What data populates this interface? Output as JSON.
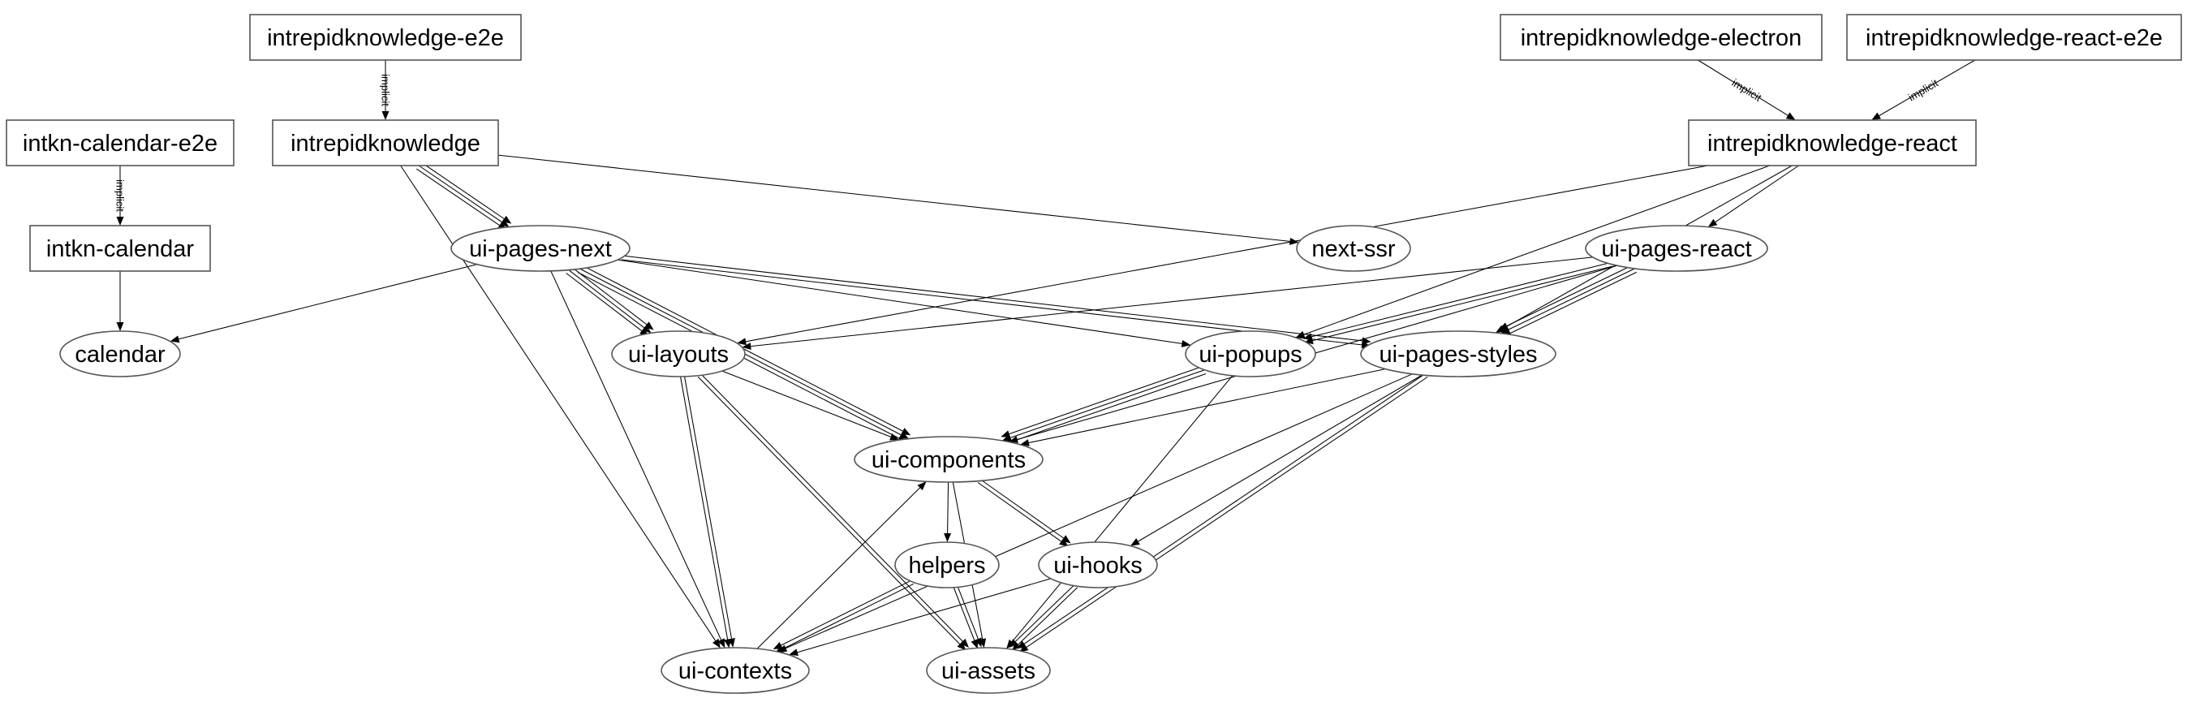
{
  "graph": {
    "nodes": [
      {
        "id": "intrepidknowledge-e2e",
        "label": "intrepidknowledge-e2e",
        "shape": "box"
      },
      {
        "id": "intrepidknowledge-electron",
        "label": "intrepidknowledge-electron",
        "shape": "box"
      },
      {
        "id": "intrepidknowledge-react-e2e",
        "label": "intrepidknowledge-react-e2e",
        "shape": "box"
      },
      {
        "id": "intkn-calendar-e2e",
        "label": "intkn-calendar-e2e",
        "shape": "box"
      },
      {
        "id": "intrepidknowledge",
        "label": "intrepidknowledge",
        "shape": "box"
      },
      {
        "id": "intrepidknowledge-react",
        "label": "intrepidknowledge-react",
        "shape": "box"
      },
      {
        "id": "intkn-calendar",
        "label": "intkn-calendar",
        "shape": "box"
      },
      {
        "id": "ui-pages-next",
        "label": "ui-pages-next",
        "shape": "ellipse"
      },
      {
        "id": "next-ssr",
        "label": "next-ssr",
        "shape": "ellipse"
      },
      {
        "id": "ui-pages-react",
        "label": "ui-pages-react",
        "shape": "ellipse"
      },
      {
        "id": "calendar",
        "label": "calendar",
        "shape": "ellipse"
      },
      {
        "id": "ui-layouts",
        "label": "ui-layouts",
        "shape": "ellipse"
      },
      {
        "id": "ui-popups",
        "label": "ui-popups",
        "shape": "ellipse"
      },
      {
        "id": "ui-pages-styles",
        "label": "ui-pages-styles",
        "shape": "ellipse"
      },
      {
        "id": "ui-components",
        "label": "ui-components",
        "shape": "ellipse"
      },
      {
        "id": "helpers",
        "label": "helpers",
        "shape": "ellipse"
      },
      {
        "id": "ui-hooks",
        "label": "ui-hooks",
        "shape": "ellipse"
      },
      {
        "id": "ui-contexts",
        "label": "ui-contexts",
        "shape": "ellipse"
      },
      {
        "id": "ui-assets",
        "label": "ui-assets",
        "shape": "ellipse"
      }
    ],
    "edges": [
      {
        "from": "intrepidknowledge-e2e",
        "to": "intrepidknowledge",
        "label": "implicit"
      },
      {
        "from": "intrepidknowledge-electron",
        "to": "intrepidknowledge-react",
        "label": "implicit"
      },
      {
        "from": "intrepidknowledge-react-e2e",
        "to": "intrepidknowledge-react",
        "label": "implicit"
      },
      {
        "from": "intkn-calendar-e2e",
        "to": "intkn-calendar",
        "label": "implicit"
      },
      {
        "from": "intkn-calendar",
        "to": "calendar",
        "label": ""
      },
      {
        "from": "intrepidknowledge",
        "to": "ui-pages-next",
        "label": ""
      },
      {
        "from": "intrepidknowledge",
        "to": "ui-pages-next",
        "label": ""
      },
      {
        "from": "intrepidknowledge",
        "to": "ui-pages-next",
        "label": ""
      },
      {
        "from": "intrepidknowledge",
        "to": "next-ssr",
        "label": ""
      },
      {
        "from": "intrepidknowledge",
        "to": "ui-contexts",
        "label": ""
      },
      {
        "from": "intrepidknowledge-react",
        "to": "ui-pages-react",
        "label": ""
      },
      {
        "from": "intrepidknowledge-react",
        "to": "ui-layouts",
        "label": ""
      },
      {
        "from": "intrepidknowledge-react",
        "to": "ui-popups",
        "label": ""
      },
      {
        "from": "intrepidknowledge-react",
        "to": "ui-pages-styles",
        "label": ""
      },
      {
        "from": "ui-pages-next",
        "to": "calendar",
        "label": ""
      },
      {
        "from": "ui-pages-next",
        "to": "ui-layouts",
        "label": ""
      },
      {
        "from": "ui-pages-next",
        "to": "ui-layouts",
        "label": ""
      },
      {
        "from": "ui-pages-next",
        "to": "ui-layouts",
        "label": ""
      },
      {
        "from": "ui-pages-next",
        "to": "ui-popups",
        "label": ""
      },
      {
        "from": "ui-pages-next",
        "to": "ui-pages-styles",
        "label": ""
      },
      {
        "from": "ui-pages-next",
        "to": "ui-pages-styles",
        "label": ""
      },
      {
        "from": "ui-pages-next",
        "to": "ui-components",
        "label": ""
      },
      {
        "from": "ui-pages-next",
        "to": "ui-components",
        "label": ""
      },
      {
        "from": "ui-pages-next",
        "to": "ui-components",
        "label": ""
      },
      {
        "from": "ui-pages-next",
        "to": "ui-contexts",
        "label": ""
      },
      {
        "from": "ui-pages-react",
        "to": "ui-layouts",
        "label": ""
      },
      {
        "from": "ui-pages-react",
        "to": "ui-popups",
        "label": ""
      },
      {
        "from": "ui-pages-react",
        "to": "ui-popups",
        "label": ""
      },
      {
        "from": "ui-pages-react",
        "to": "ui-pages-styles",
        "label": ""
      },
      {
        "from": "ui-pages-react",
        "to": "ui-pages-styles",
        "label": ""
      },
      {
        "from": "ui-pages-react",
        "to": "ui-pages-styles",
        "label": ""
      },
      {
        "from": "ui-pages-react",
        "to": "ui-components",
        "label": ""
      },
      {
        "from": "ui-layouts",
        "to": "ui-components",
        "label": ""
      },
      {
        "from": "ui-layouts",
        "to": "ui-contexts",
        "label": ""
      },
      {
        "from": "ui-layouts",
        "to": "ui-contexts",
        "label": ""
      },
      {
        "from": "ui-layouts",
        "to": "ui-assets",
        "label": ""
      },
      {
        "from": "ui-layouts",
        "to": "ui-assets",
        "label": ""
      },
      {
        "from": "ui-popups",
        "to": "ui-components",
        "label": ""
      },
      {
        "from": "ui-popups",
        "to": "ui-components",
        "label": ""
      },
      {
        "from": "ui-popups",
        "to": "ui-components",
        "label": ""
      },
      {
        "from": "ui-popups",
        "to": "ui-assets",
        "label": ""
      },
      {
        "from": "ui-pages-styles",
        "to": "ui-components",
        "label": ""
      },
      {
        "from": "ui-pages-styles",
        "to": "ui-hooks",
        "label": ""
      },
      {
        "from": "ui-pages-styles",
        "to": "ui-assets",
        "label": ""
      },
      {
        "from": "ui-pages-styles",
        "to": "ui-assets",
        "label": ""
      },
      {
        "from": "ui-pages-styles",
        "to": "ui-contexts",
        "label": ""
      },
      {
        "from": "ui-components",
        "to": "helpers",
        "label": ""
      },
      {
        "from": "ui-components",
        "to": "ui-hooks",
        "label": ""
      },
      {
        "from": "ui-components",
        "to": "ui-hooks",
        "label": ""
      },
      {
        "from": "ui-components",
        "to": "ui-assets",
        "label": ""
      },
      {
        "from": "ui-contexts",
        "to": "ui-components",
        "label": ""
      },
      {
        "from": "helpers",
        "to": "ui-contexts",
        "label": ""
      },
      {
        "from": "helpers",
        "to": "ui-contexts",
        "label": ""
      },
      {
        "from": "helpers",
        "to": "ui-assets",
        "label": ""
      },
      {
        "from": "helpers",
        "to": "ui-assets",
        "label": ""
      },
      {
        "from": "ui-hooks",
        "to": "ui-contexts",
        "label": ""
      },
      {
        "from": "ui-hooks",
        "to": "ui-assets",
        "label": ""
      },
      {
        "from": "ui-hooks",
        "to": "ui-assets",
        "label": ""
      }
    ]
  }
}
